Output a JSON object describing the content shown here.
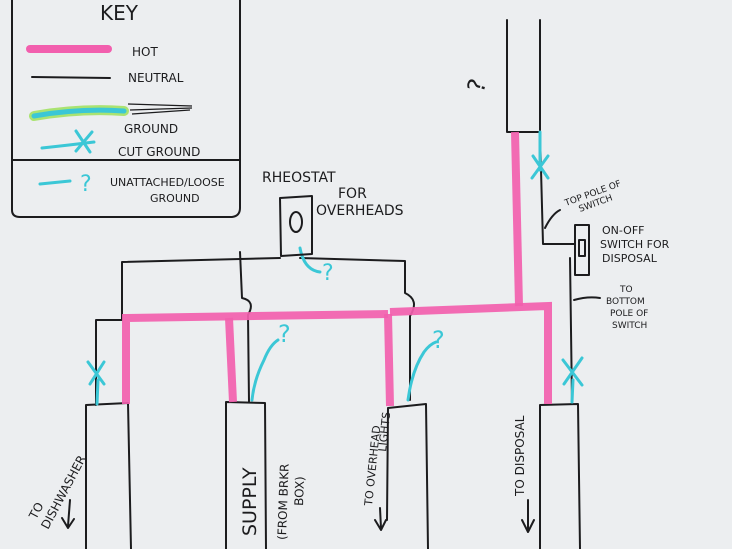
{
  "key": {
    "title": "KEY",
    "items": [
      {
        "label": "HOT",
        "color": "#f25fae"
      },
      {
        "label": "NEUTRAL",
        "color": "#1c1c1e"
      },
      {
        "label": "GROUND",
        "color": "#3bc7d6",
        "accent": "#9fe15a"
      },
      {
        "label": "CUT GROUND",
        "color": "#3bc7d6"
      },
      {
        "label": "UNATTACHED/LOOSE",
        "label2": "GROUND",
        "color": "#3bc7d6"
      }
    ]
  },
  "labels": {
    "rheostat_1": "RHEOSTAT",
    "rheostat_2": "FOR",
    "rheostat_3": "OVERHEADS",
    "switch_top_1": "TOP POLE OF",
    "switch_top_2": "SWITCH",
    "switch_main_1": "ON-OFF",
    "switch_main_2": "SWITCH FOR",
    "switch_main_3": "DISPOSAL",
    "switch_bottom_1": "TO",
    "switch_bottom_2": "BOTTOM",
    "switch_bottom_3": "POLE OF",
    "switch_bottom_4": "SWITCH",
    "dishwasher_1": "TO",
    "dishwasher_2": "DISHWASHER",
    "supply_1": "SUPPLY",
    "supply_2": "(FROM BRKR",
    "supply_3": "BOX)",
    "overhead_1": "TO OVERHEAD",
    "overhead_2": "LIGHTS",
    "disposal": "TO DISPOSAL",
    "unknown": "?",
    "loose_mark": "?"
  },
  "colors": {
    "hot": "#f25fae",
    "neutral": "#1c1c1e",
    "ground": "#3bc7d6",
    "paper": "#eceef0"
  }
}
